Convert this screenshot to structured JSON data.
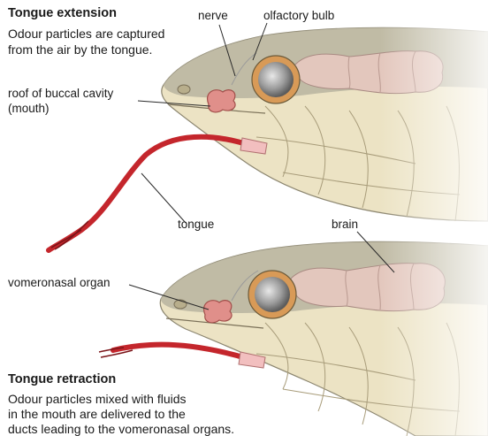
{
  "panel_top": {
    "heading": "Tongue extension",
    "caption_lines": [
      "Odour particles are captured",
      "from the air by the tongue."
    ]
  },
  "panel_bottom": {
    "heading": "Tongue retraction",
    "caption_lines": [
      "Odour particles mixed with fluids",
      "in the mouth are delivered to the",
      "ducts leading to the vomeronasal organs."
    ]
  },
  "labels": {
    "nerve": "nerve",
    "olfactory_bulb": "olfactory bulb",
    "roof_line1": "roof of buccal cavity",
    "roof_line2": "(mouth)",
    "tongue": "tongue",
    "brain": "brain",
    "vomeronasal_organ": "vomeronasal organ"
  },
  "colors": {
    "scale_fill": "#ece3c4",
    "scale_dark": "#c9bd98",
    "head_top": "#b9b4a0",
    "brain": "#e3c7bd",
    "tongue": "#c4262c",
    "tongue_sheath": "#f2bfbf",
    "organ": "#e08f8a",
    "eye_ring": "#d89a57"
  }
}
